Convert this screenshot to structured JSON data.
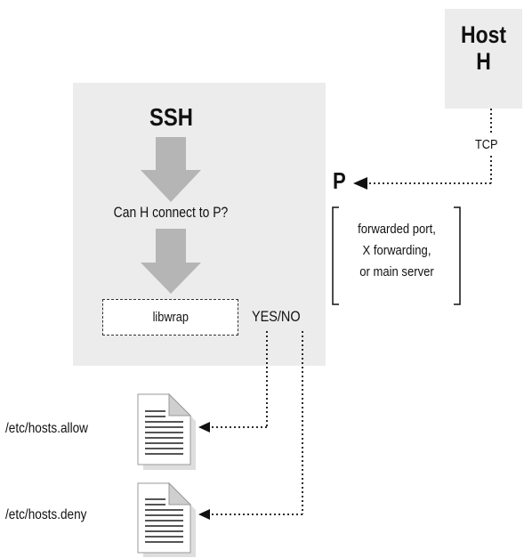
{
  "host": {
    "line1": "Host",
    "line2": "H"
  },
  "ssh": {
    "title": "SSH"
  },
  "question": "Can H connect to P?",
  "libwrap": "libwrap",
  "yes_no": "YES/NO",
  "tcp": "TCP",
  "port": "P",
  "port_types": [
    "forwarded port,",
    "X forwarding,",
    "or main server"
  ],
  "files": {
    "allow": "/etc/hosts.allow",
    "deny": "/etc/hosts.deny"
  },
  "colors": {
    "panel": "#ececec",
    "arrow": "#b5b5b5",
    "ink": "#111111"
  }
}
